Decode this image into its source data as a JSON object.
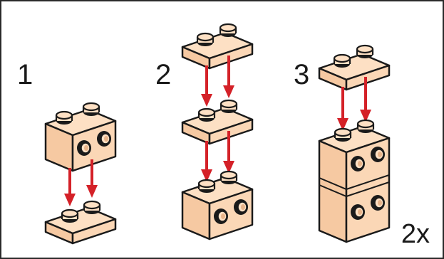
{
  "steps": [
    {
      "number": "1"
    },
    {
      "number": "2"
    },
    {
      "number": "3"
    }
  ],
  "multiplier": "2x",
  "colors": {
    "brick_top": "#fde0c4",
    "brick_side": "#f6c9a2",
    "brick_dark": "#e8b48a",
    "outline": "#1a1a1a",
    "arrow": "#d42128"
  }
}
